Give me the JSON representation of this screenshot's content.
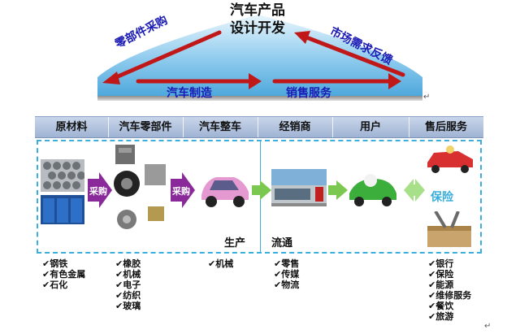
{
  "top": {
    "title_line1": "汽车产品",
    "title_line2": "设计开发",
    "left_arrow_label": "零部件采购",
    "right_arrow_label": "市场需求反馈",
    "bottom_left_label": "汽车制造",
    "bottom_right_label": "销售服务"
  },
  "header": {
    "cells": [
      "原材料",
      "汽车零部件",
      "汽车整车",
      "经销商",
      "用户",
      "售后服务"
    ]
  },
  "flow": {
    "purchase_label_1": "采购",
    "purchase_label_2": "采购",
    "insurance_label": "保险",
    "production_label": "生产",
    "circulation_label": "流通"
  },
  "lists": {
    "raw_materials": [
      "钢铁",
      "有色金属",
      "石化"
    ],
    "parts": [
      "橡胶",
      "机械",
      "电子",
      "纺织",
      "玻璃"
    ],
    "vehicle": [
      "机械"
    ],
    "dealer": [
      "零售",
      "传媒",
      "物流"
    ],
    "aftersales": [
      "银行",
      "保险",
      "能源",
      "维修服务",
      "餐饮",
      "旅游"
    ]
  },
  "colors": {
    "dome_blue": "#5fb0e0",
    "arrow_red": "#c01818",
    "label_blue": "#1a1ab4",
    "frame_cyan": "#3aaedc",
    "purchase_purple": "#8a2a9a",
    "flow_green": "#7ac850"
  }
}
